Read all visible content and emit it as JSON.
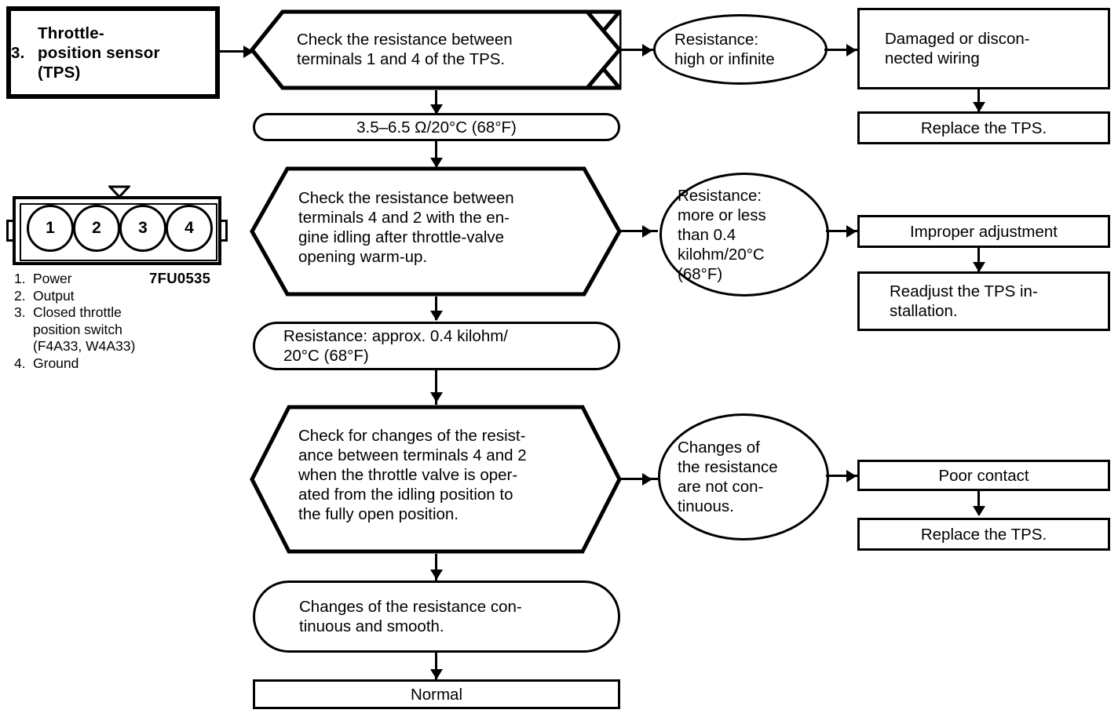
{
  "diagram": {
    "title_block": {
      "number": "3.",
      "label": "Throttle-\nposition sensor\n(TPS)"
    },
    "connector": {
      "code": "7FU0535",
      "pins": [
        "1",
        "2",
        "3",
        "4"
      ],
      "legend": [
        {
          "num": "1.",
          "text": "Power"
        },
        {
          "num": "2.",
          "text": "Output"
        },
        {
          "num": "3.",
          "text": "Closed throttle\nposition switch\n(F4A33, W4A33)"
        },
        {
          "num": "4.",
          "text": "Ground"
        }
      ]
    },
    "nodes": {
      "check1": "Check the resistance between\nterminals 1 and 4 of the TPS.",
      "spec1": "3.5–6.5 Ω/20°C (68°F)",
      "result1": "Resistance:\nhigh or infinite",
      "cause1": "Damaged or discon-\nnected wiring",
      "action1": "Replace the TPS.",
      "check2": "Check the resistance between\nterminals 4 and 2 with the en-\ngine idling after throttle-valve\nopening warm-up.",
      "spec2": "Resistance: approx. 0.4 kilohm/\n20°C (68°F)",
      "result2": "Resistance:\nmore or less\nthan 0.4\nkilohm/20°C\n(68°F)",
      "cause2": "Improper adjustment",
      "action2": "Readjust the TPS in-\nstallation.",
      "check3": "Check for changes of the resist-\nance between terminals 4 and 2\nwhen the throttle valve is oper-\nated from the idling position to\nthe fully open position.",
      "spec3": "Changes of the resistance con-\ntinuous and smooth.",
      "result3": "Changes of\nthe resistance\nare not con-\ntinuous.",
      "cause3": "Poor contact",
      "action3": "Replace the TPS.",
      "normal": "Normal"
    },
    "colors": {
      "ink": "#000000",
      "paper": "#ffffff"
    }
  }
}
